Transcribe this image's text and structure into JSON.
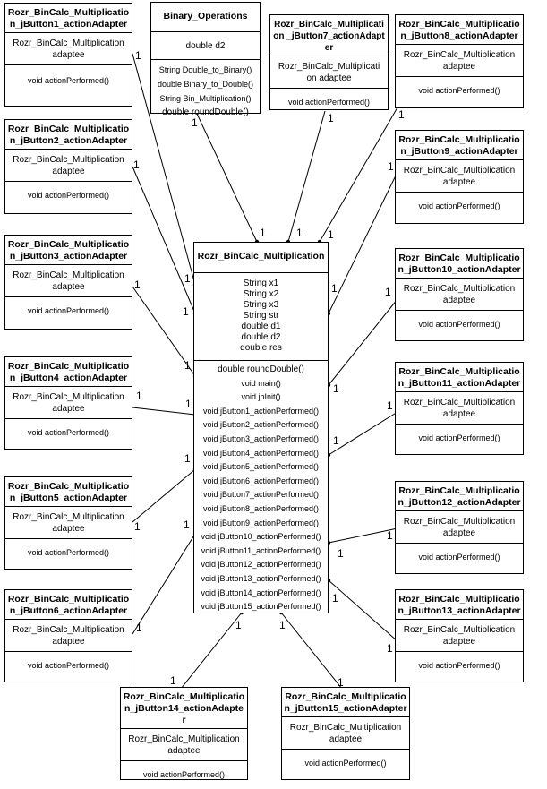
{
  "binary_operations": {
    "name": "Binary_Operations",
    "attributes": [
      "double d2"
    ],
    "operations": [
      "String Double_to_Binary()",
      "double Binary_to_Double()",
      "String Bin_Multiplication()",
      "double roundDouble()"
    ]
  },
  "main_class": {
    "name": "Rozr_BinCalc_Multiplication",
    "attributes": [
      "String x1",
      "String x2",
      "String x3",
      "String str",
      "double d1",
      "double d2",
      "double res"
    ],
    "operations": [
      "double roundDouble()",
      "void main()",
      "void jbInit()",
      "void jButton1_actionPerformed()",
      "void jButton2_actionPerformed()",
      "void jButton3_actionPerformed()",
      "void jButton4_actionPerformed()",
      "void jButton5_actionPerformed()",
      "void jButton6_actionPerformed()",
      "void jButton7_actionPerformed()",
      "void jButton8_actionPerformed()",
      "void jButton9_actionPerformed()",
      "void jButton10_actionPerformed()",
      "void jButton11_actionPerformed()",
      "void jButton12_actionPerformed()",
      "void jButton13_actionPerformed()",
      "void jButton14_actionPerformed()",
      "void jButton15_actionPerformed()"
    ]
  },
  "adapters": [
    {
      "name": "Rozr_BinCalc_Multiplicatio n_jButton1_actionAdapter",
      "attribute": "Rozr_BinCalc_Multiplication adaptee",
      "operation": "void actionPerformed()"
    },
    {
      "name": "Rozr_BinCalc_Multiplicatio n_jButton2_actionAdapter",
      "attribute": "Rozr_BinCalc_Multiplication adaptee",
      "operation": "void actionPerformed()"
    },
    {
      "name": "Rozr_BinCalc_Multiplicatio n_jButton3_actionAdapter",
      "attribute": "Rozr_BinCalc_Multiplication adaptee",
      "operation": "void actionPerformed()"
    },
    {
      "name": "Rozr_BinCalc_Multiplicatio n_jButton4_actionAdapter",
      "attribute": "Rozr_BinCalc_Multiplication adaptee",
      "operation": "void actionPerformed()"
    },
    {
      "name": "Rozr_BinCalc_Multiplicatio n_jButton5_actionAdapter",
      "attribute": "Rozr_BinCalc_Multiplication adaptee",
      "operation": "void actionPerformed()"
    },
    {
      "name": "Rozr_BinCalc_Multiplicatio n_jButton6_actionAdapter",
      "attribute": "Rozr_BinCalc_Multiplication adaptee",
      "operation": "void actionPerformed()"
    },
    {
      "name": "Rozr_BinCalc_Multiplication _jButton7_actionAdapter",
      "attribute": "Rozr_BinCalc_Multiplicati on adaptee",
      "operation": "void actionPerformed()"
    },
    {
      "name": "Rozr_BinCalc_Multiplicatio n_jButton8_actionAdapter",
      "attribute": "Rozr_BinCalc_Multiplication adaptee",
      "operation": "void actionPerformed()"
    },
    {
      "name": "Rozr_BinCalc_Multiplicatio n_jButton9_actionAdapter",
      "attribute": "Rozr_BinCalc_Multiplication adaptee",
      "operation": "void actionPerformed()"
    },
    {
      "name": "Rozr_BinCalc_Multiplicatio n_jButton10_actionAdapter",
      "attribute": "Rozr_BinCalc_Multiplication adaptee",
      "operation": "void actionPerformed()"
    },
    {
      "name": "Rozr_BinCalc_Multiplicatio n_jButton11_actionAdapter",
      "attribute": "Rozr_BinCalc_Multiplication adaptee",
      "operation": "void actionPerformed()"
    },
    {
      "name": "Rozr_BinCalc_Multiplicatio n_jButton12_actionAdapter",
      "attribute": "Rozr_BinCalc_Multiplication adaptee",
      "operation": "void actionPerformed()"
    },
    {
      "name": "Rozr_BinCalc_Multiplicatio n_jButton13_actionAdapter",
      "attribute": "Rozr_BinCalc_Multiplication adaptee",
      "operation": "void actionPerformed()"
    },
    {
      "name": "Rozr_BinCalc_Multiplicatio n_jButton14_actionAdapter",
      "attribute": "Rozr_BinCalc_Multiplication adaptee",
      "operation": "void actionPerformed()"
    },
    {
      "name": "Rozr_BinCalc_Multiplicatio n_jButton15_actionAdapter",
      "attribute": "Rozr_BinCalc_Multiplication adaptee",
      "operation": "void actionPerformed()"
    }
  ],
  "multiplicity": "1"
}
